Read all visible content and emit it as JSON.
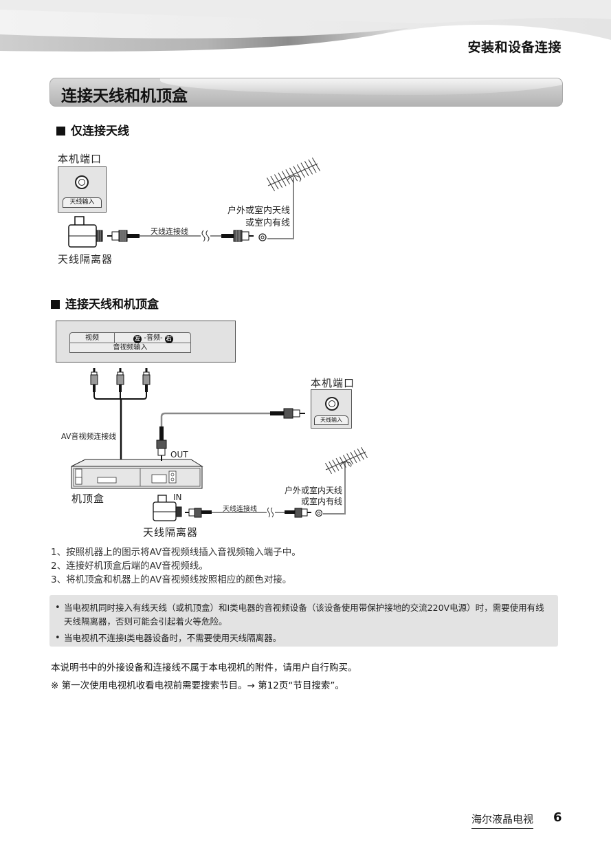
{
  "header": {
    "chapter_title": "安装和设备连接"
  },
  "section": {
    "title": "连接天线和机顶盒"
  },
  "diagram1": {
    "heading": "仅连接天线",
    "tv_port_label": "本机端口",
    "port_tag": "天线输入",
    "isolator_label": "天线隔离器",
    "cable_label": "天线连接线",
    "antenna_label_line1": "户外或室内天线",
    "antenna_label_line2": "或室内有线"
  },
  "diagram2": {
    "heading": "连接天线和机顶盒",
    "av_panel": {
      "video_label": "视频",
      "left_badge": "左",
      "audio_label": "-音频-",
      "right_badge": "右",
      "input_label": "音视频输入"
    },
    "av_cable_label": "AV音视频连接线",
    "tv_port_label": "本机端口",
    "port_tag": "天线输入",
    "out_label": "OUT",
    "in_label": "IN",
    "stb_label": "机顶盒",
    "isolator_label": "天线隔离器",
    "cable_label": "天线连接线",
    "antenna_label_line1": "户外或室内天线",
    "antenna_label_line2": "或室内有线"
  },
  "steps": [
    "1、按照机器上的图示将AV音视频线插入音视频输入端子中。",
    "2、连接好机顶盒后端的AV音视频线。",
    "3、将机顶盒和机器上的AV音视频线按照相应的颜色对接。"
  ],
  "notes": [
    "当电视机同时接入有线天线（或机顶盒）和I类电器的音视频设备（该设备使用带保护接地的交流220V电源）时，需要使用有线天线隔离器，否则可能会引起着火等危险。",
    "当电视机不连接I类电器设备时，不需要使用天线隔离器。"
  ],
  "footnotes": [
    "本说明书中的外接设备和连接线不属于本电视机的附件，请用户自行购买。",
    "※ 第一次使用电视机收看电视前需要搜索节目。→ 第12页“节目搜索”。"
  ],
  "footer": {
    "brand": "海尔液晶电视",
    "page_number": "6"
  }
}
